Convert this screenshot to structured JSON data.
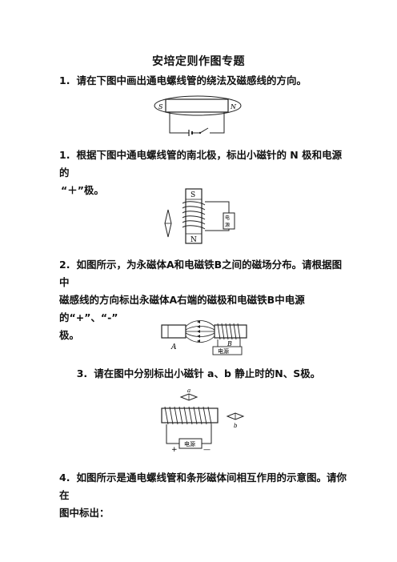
{
  "title": "安培定则作图专题",
  "questions": [
    {
      "number": "1.",
      "text": "请在下图中画出通电螺线管的绕法及磁感线的方向。",
      "figure": {
        "left_pole": "S",
        "right_pole": "N"
      }
    },
    {
      "number": "1.",
      "text_line1": "根据下图中通电螺线管的南北极，标出小磁针的 N 极和电源的",
      "text_line2": "“＋”极。",
      "figure": {
        "top_pole": "S",
        "bottom_pole": "N",
        "source_label": "电源"
      }
    },
    {
      "number": "2.",
      "text_line1": "如图所示，为永磁体A和电磁铁B之间的磁场分布。请根据图中",
      "text_line2": "磁感线的方向标出永磁体A右端的磁极和电磁铁B中电源的“+”、“-”",
      "text_line3": "极。",
      "figure": {
        "label_a": "A",
        "label_b": "B",
        "source_label": "电源"
      }
    },
    {
      "number": "3.",
      "text": "请在图中分别标出小磁针 a、b 静止时的N、S极。",
      "figure": {
        "needle_a": "a",
        "needle_b": "b",
        "source_label": "电源",
        "plus": "+",
        "minus": "—"
      }
    },
    {
      "number": "4.",
      "text_line1": "如图所示是通电螺线管和条形磁体间相互作用的示意图。请你在",
      "text_line2": "图中标出："
    }
  ]
}
